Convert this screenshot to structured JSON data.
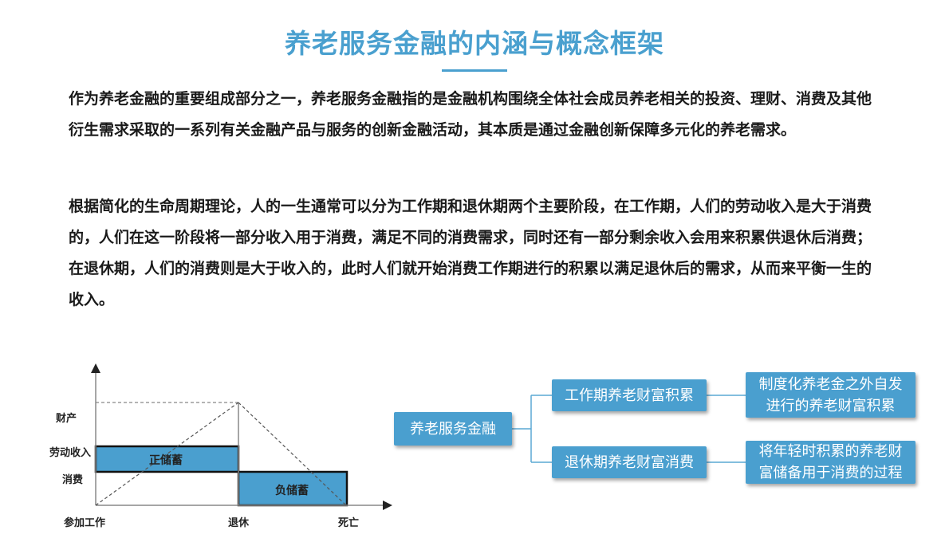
{
  "title": "养老服务金融的内涵与概念框架",
  "paragraphs": [
    "作为养老金融的重要组成部分之一，养老服务金融指的是金融机构围绕全体社会成员养老相关的投资、理财、消费及其他衍生需求采取的一系列有关金融产品与服务的创新金融活动，其本质是通过金融创新保障多元化的养老需求。",
    "根据简化的生命周期理论，人的一生通常可以分为工作期和退休期两个主要阶段，在工作期，人们的劳动收入是大于消费的，人们在这一阶段将一部分收入用于消费，满足不同的消费需求，同时还有一部分剩余收入会用来积累供退休后消费；在退休期，人们的消费则是大于收入的，此时人们就开始消费工作期进行的积累以满足退休后的需求，从而来平衡一生的收入。"
  ],
  "lifecycle_chart": {
    "y_labels": {
      "wealth": "财产",
      "labor_income": "劳动收入",
      "consumption": "消费"
    },
    "x_labels": {
      "start_work": "参加工作",
      "retire": "退休",
      "death": "死亡"
    },
    "positive_savings": "正储蓄",
    "negative_savings": "负储蓄",
    "fill_color": "#4a9fcf"
  },
  "flow": {
    "root": "养老服务金融",
    "branches": [
      {
        "label": "工作期养老财富积累",
        "desc_lines": [
          "制度化养老金之外自发",
          "进行的养老财富积累"
        ]
      },
      {
        "label": "退休期养老财富消费",
        "desc_lines": [
          "将年轻时积累的养老财",
          "富储备用于消费的过程"
        ]
      }
    ],
    "node_color": "#4a9fcf",
    "line_color": "#5aa8d4"
  },
  "colors": {
    "title": "#4aa0cf",
    "text": "#1a1a1a"
  }
}
